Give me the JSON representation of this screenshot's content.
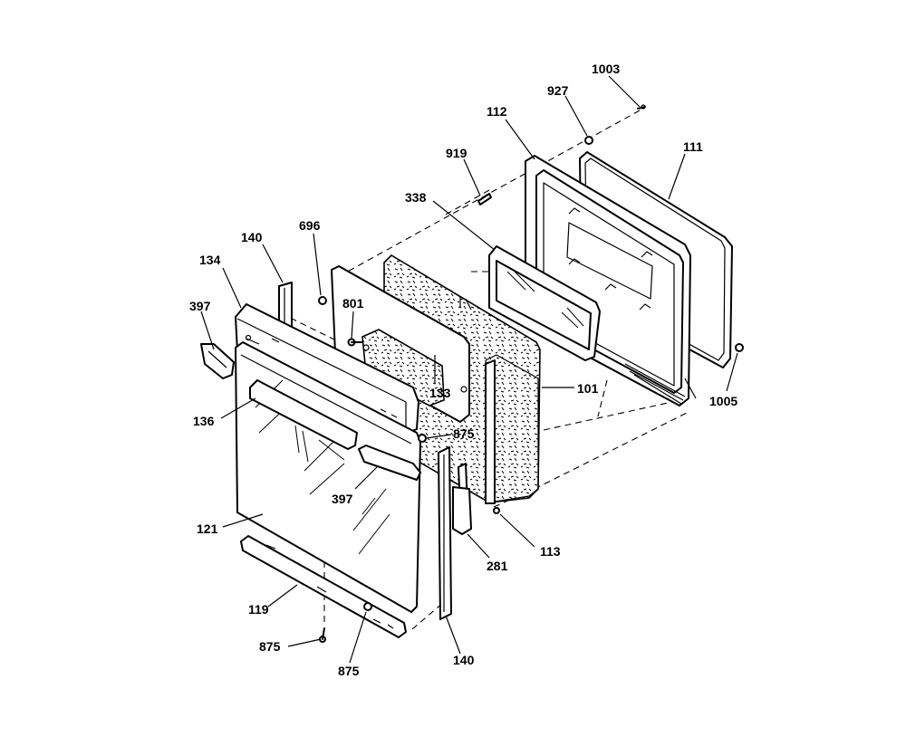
{
  "labels": {
    "p1003": "1003",
    "p927": "927",
    "p112": "112",
    "p111": "111",
    "p919": "919",
    "p338": "338",
    "p696": "696",
    "p140_top": "140",
    "p134": "134",
    "p397_left": "397",
    "p801": "801",
    "p133": "133",
    "p101": "101",
    "p1005": "1005",
    "p136": "136",
    "p875_mid": "875",
    "p397_mid": "397",
    "p121": "121",
    "p113": "113",
    "p281": "281",
    "p119": "119",
    "p875_left": "875",
    "p875_bottom": "875",
    "p140_bottom": "140"
  }
}
